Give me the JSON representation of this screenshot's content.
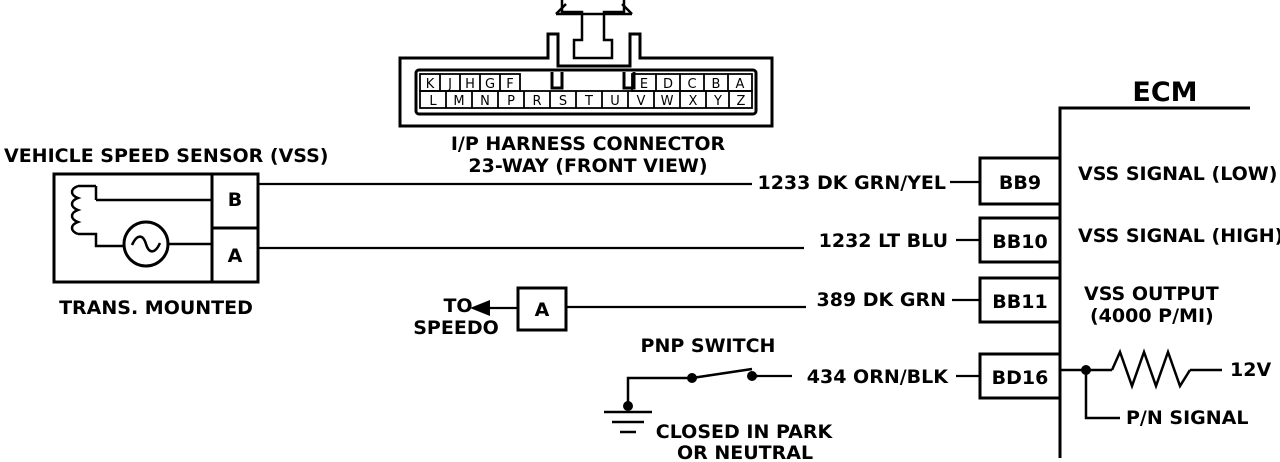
{
  "connector": {
    "title_line1": "I/P HARNESS CONNECTOR",
    "title_line2": "23-WAY (FRONT VIEW)",
    "top_left_pins": [
      "K",
      "J",
      "H",
      "G",
      "F"
    ],
    "top_right_pins": [
      "E",
      "D",
      "C",
      "B",
      "A"
    ],
    "bottom_pins": [
      "L",
      "M",
      "N",
      "P",
      "R",
      "S",
      "T",
      "U",
      "V",
      "W",
      "X",
      "Y",
      "Z"
    ]
  },
  "sensor": {
    "title": "VEHICLE SPEED SENSOR (VSS)",
    "pin_b": "B",
    "pin_a": "A",
    "caption": "TRANS. MOUNTED"
  },
  "ecm": {
    "title": "ECM"
  },
  "circuits": [
    {
      "wire": "1233 DK GRN/YEL",
      "terminal": "BB9",
      "function": "VSS SIGNAL (LOW)"
    },
    {
      "wire": "1232 LT BLU",
      "terminal": "BB10",
      "function": "VSS SIGNAL (HIGH)"
    },
    {
      "wire": "389 DK GRN",
      "terminal": "BB11",
      "function_line1": "VSS OUTPUT",
      "function_line2": "(4000 P/MI)"
    },
    {
      "wire": "434 ORN/BLK",
      "terminal": "BD16"
    }
  ],
  "speedo": {
    "label_line1": "TO",
    "label_line2": "SPEEDO",
    "pin": "A"
  },
  "pnp": {
    "label": "PNP SWITCH",
    "note_line1": "CLOSED IN PARK",
    "note_line2": "OR NEUTRAL"
  },
  "pn_signal": {
    "voltage": "12V",
    "label": "P/N SIGNAL"
  }
}
